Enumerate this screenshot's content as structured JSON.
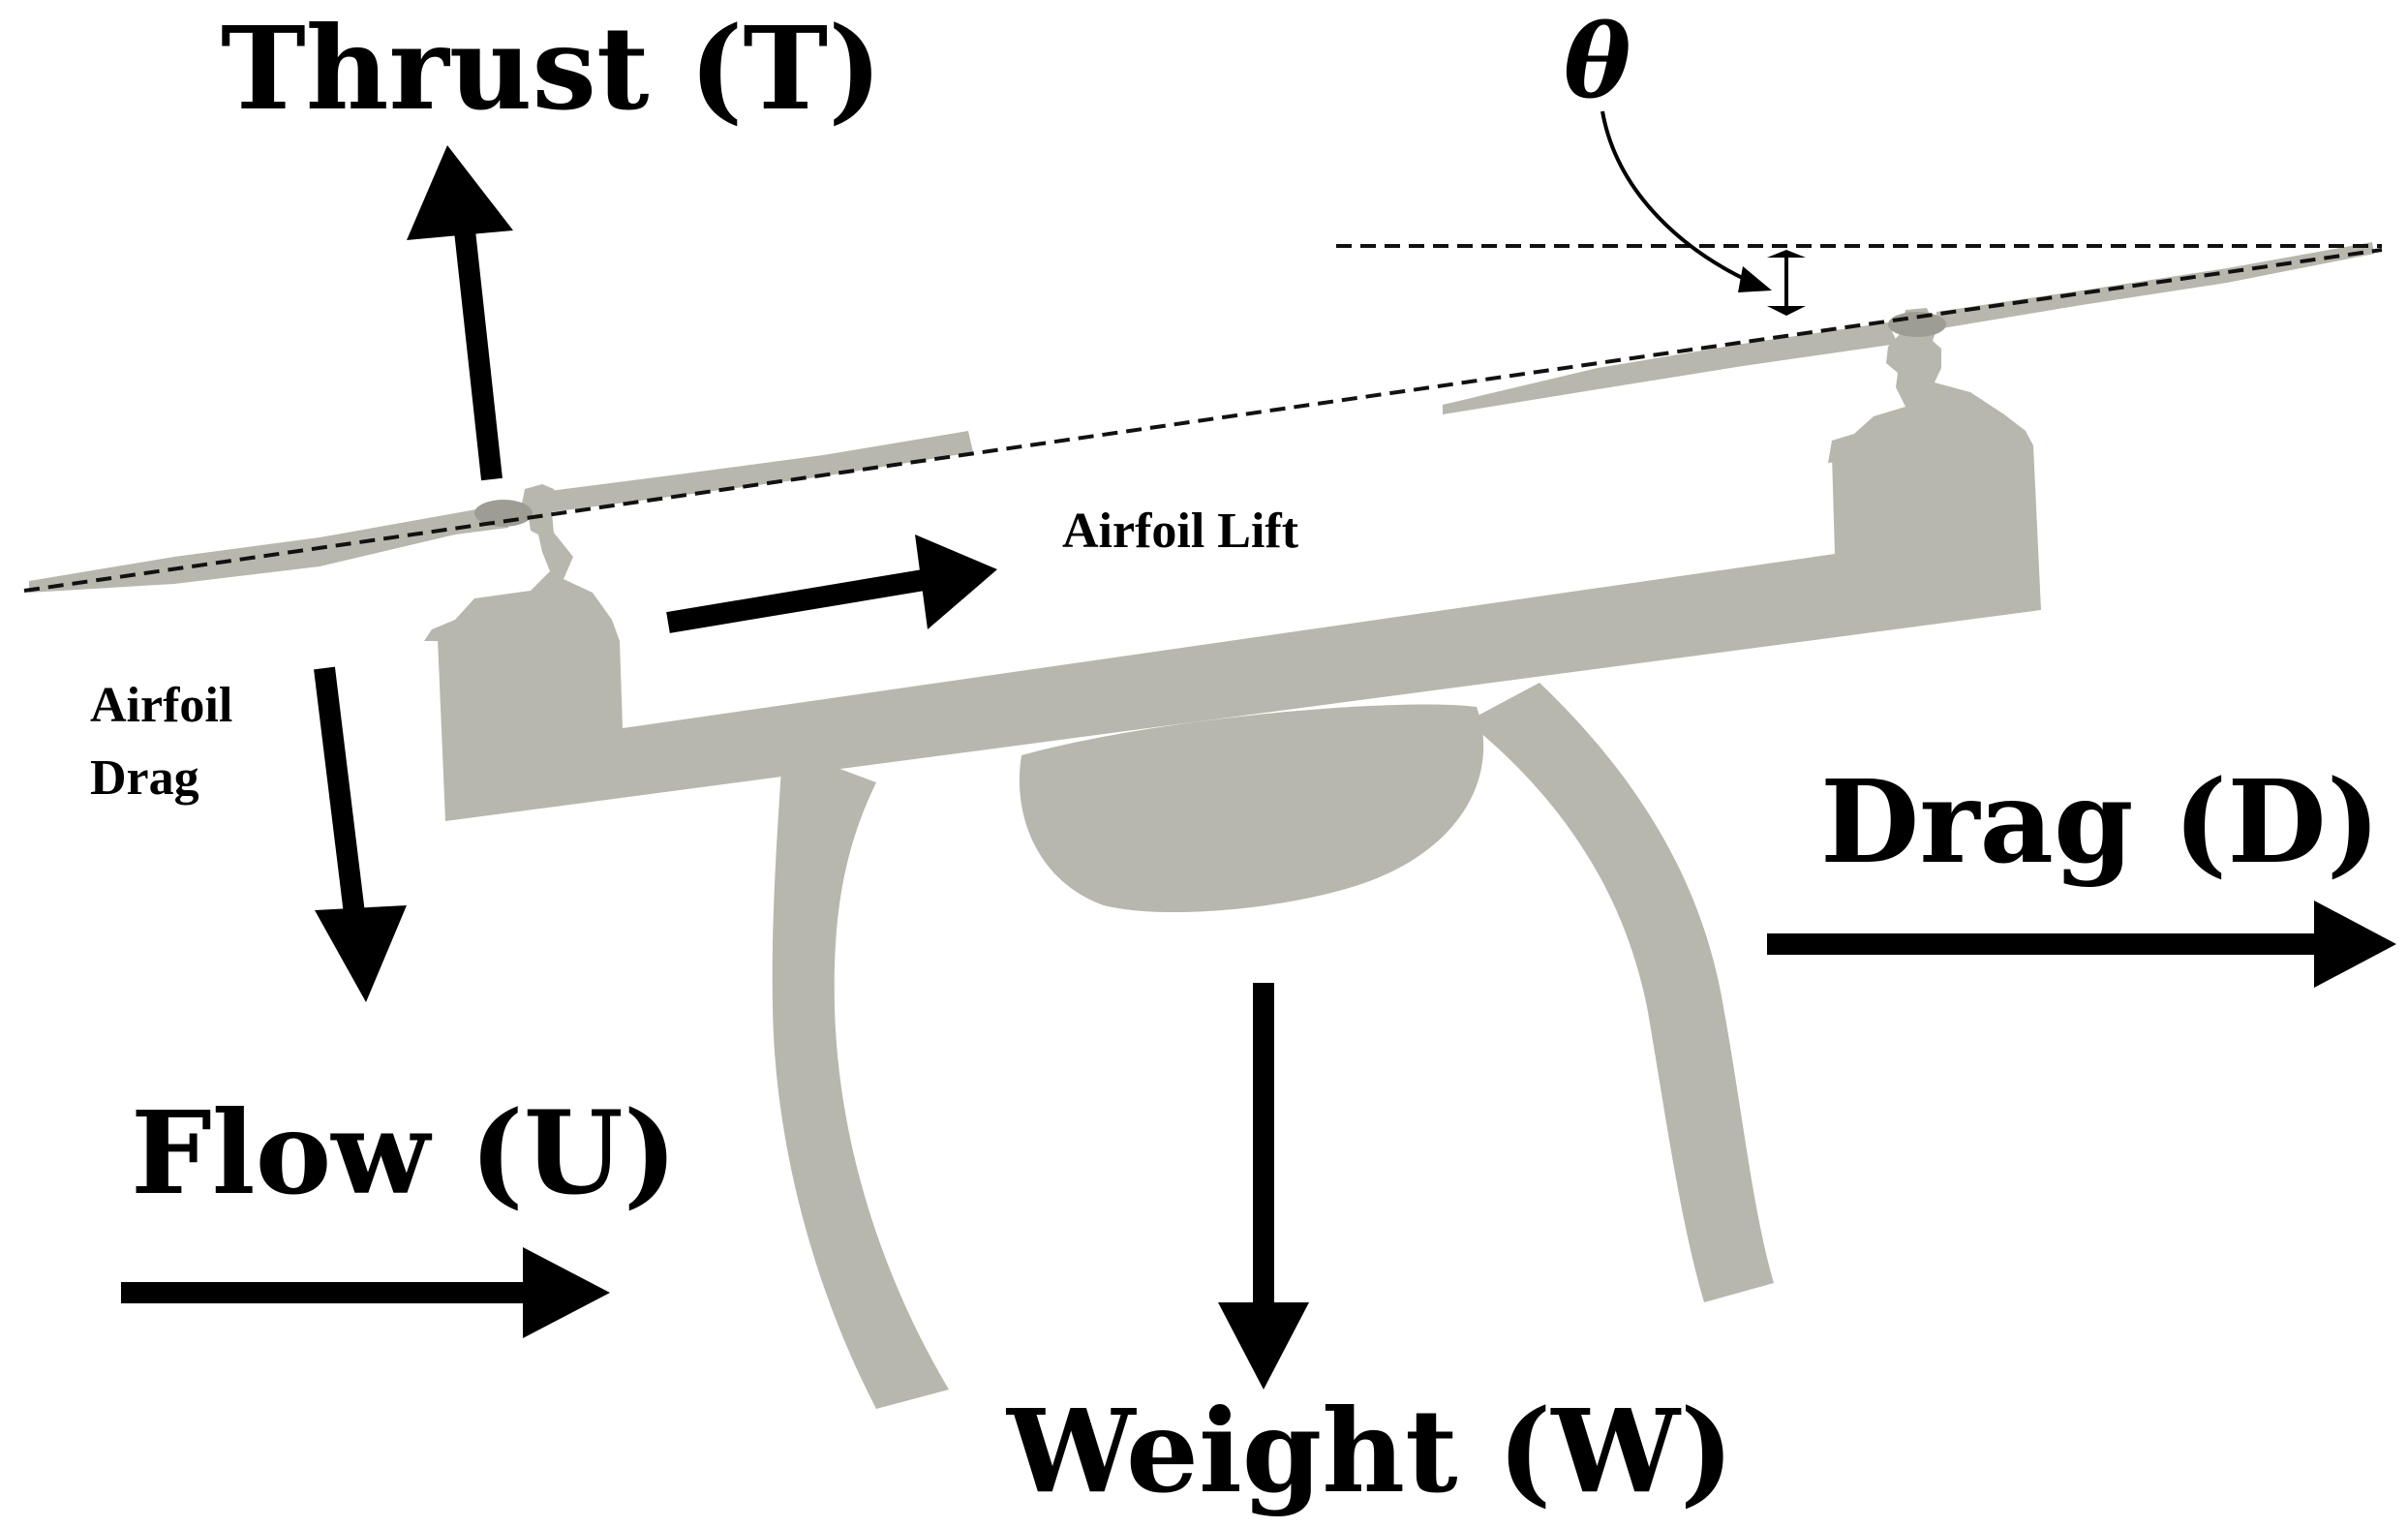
{
  "labels": {
    "thrust": "Thrust (T)",
    "drag": "Drag (D)",
    "flow": "Flow (U)",
    "weight": "Weight (W)",
    "airfoil_lift": "Airfoil Lift",
    "airfoil_drag_line1": "Airfoil",
    "airfoil_drag_line2": "Drag",
    "theta": "θ"
  },
  "colors": {
    "drone_body": "#b8b7ad",
    "arrows": "#000000",
    "background": "#ffffff"
  }
}
